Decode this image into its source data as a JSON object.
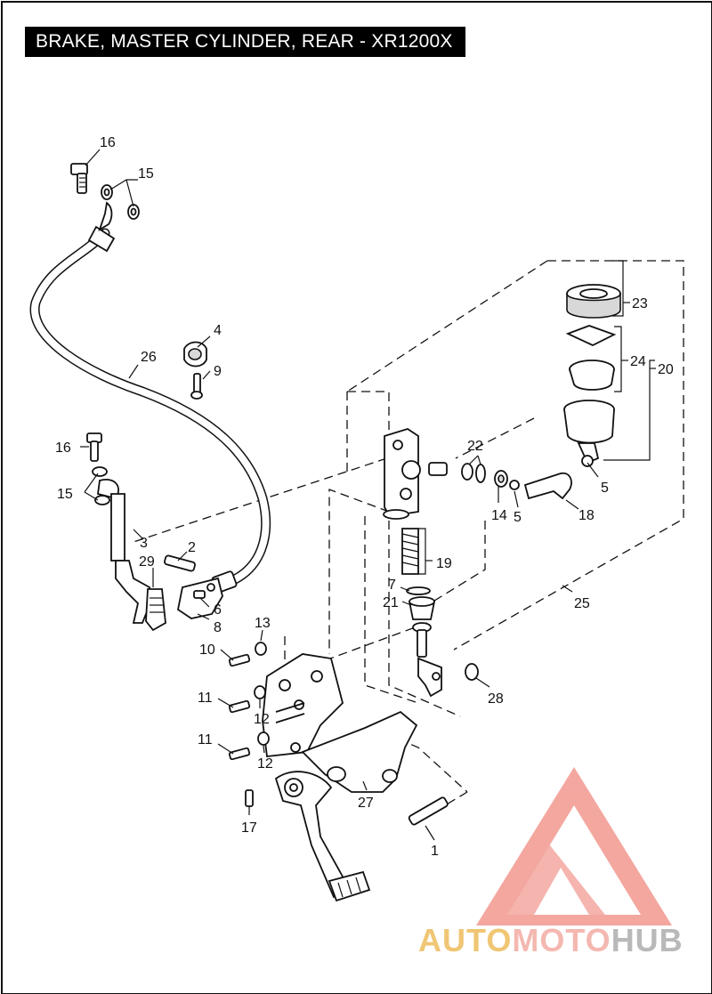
{
  "title": "BRAKE, MASTER CYLINDER, REAR - XR1200X",
  "callouts": {
    "c16a": "16",
    "c15a": "15",
    "c4": "4",
    "c9": "9",
    "c26": "26",
    "c23": "23",
    "c24": "24",
    "c20": "20",
    "c22": "22",
    "c5a": "5",
    "c5b": "5",
    "c14": "14",
    "c18": "18",
    "c16b": "16",
    "c15b": "15",
    "c3": "3",
    "c2": "2",
    "c29": "29",
    "c6": "6",
    "c8": "8",
    "c19": "19",
    "c7": "7",
    "c21": "21",
    "c25": "25",
    "c13": "13",
    "c10": "10",
    "c28": "28",
    "c11a": "11",
    "c12a": "12",
    "c11b": "11",
    "c12b": "12",
    "c27": "27",
    "c17": "17",
    "c1": "1"
  },
  "watermark": {
    "part_a": "AUTO",
    "part_b": "MOTO",
    "part_c": "HUB",
    "color_a": "#f0c674",
    "color_b": "#f4b8b0",
    "color_c": "#b9b9b9",
    "logo_color": "#f08a80"
  }
}
